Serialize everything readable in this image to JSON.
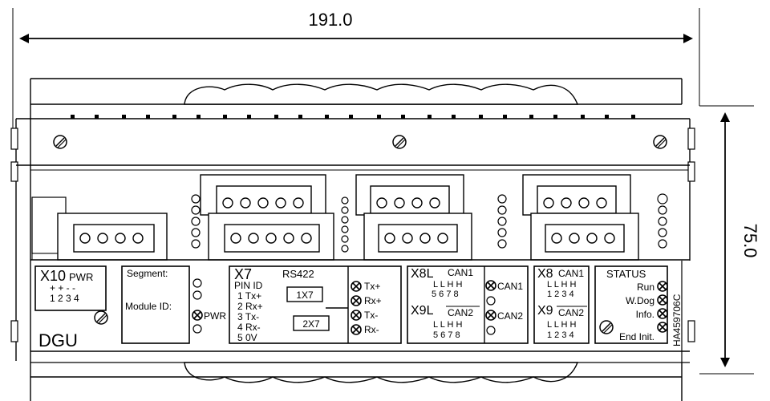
{
  "dimensions": {
    "width": "191.0",
    "height": "75.0"
  },
  "drawing_id": "HA459706C",
  "device_label": "DGU",
  "x10": {
    "title": "X10",
    "subtitle": "PWR",
    "signs": "+ + -  -",
    "pins": "1 2 3 4"
  },
  "id_box": {
    "segment": "Segment:",
    "module": "Module ID:",
    "pwr": "PWR"
  },
  "x7": {
    "title": "X7",
    "protocol": "RS422",
    "pin_header": "PIN ID",
    "pins": [
      "1 Tx+",
      "2 Rx+",
      "3 Tx-",
      "4 Rx-",
      "5  0V"
    ],
    "box1": "1X7",
    "box2": "2X7",
    "leds": [
      "Tx+",
      "Rx+",
      "Tx-",
      "Rx-"
    ]
  },
  "x8l": {
    "title": "X8L",
    "can": "CAN1",
    "letters": "L L H H",
    "pins": "5 6 7 8",
    "led": "CAN1"
  },
  "x9l": {
    "title": "X9L",
    "can": "CAN2",
    "letters": "L L H H",
    "pins": "5 6 7 8",
    "led": "CAN2"
  },
  "x8": {
    "title": "X8",
    "can": "CAN1",
    "letters": "L L H H",
    "pins": "1 2 3 4"
  },
  "x9": {
    "title": "X9",
    "can": "CAN2",
    "letters": "L L H H",
    "pins": "1 2 3 4"
  },
  "status": {
    "title": "STATUS",
    "items": [
      "Run",
      "W.Dog",
      "Info.",
      "End Init."
    ]
  }
}
